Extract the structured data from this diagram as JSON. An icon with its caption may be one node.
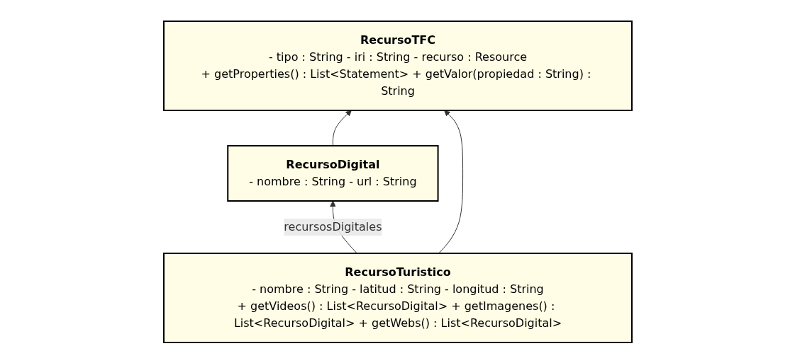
{
  "diagram": {
    "nodes": [
      {
        "text": [
          "RecursoTFC",
          "- tipo : String - iri : String - recurso : Resource",
          "+ getProperties() : List<Statement> + getValor(propiedad : String) : String"
        ]
      },
      {
        "text": [
          "RecursoDigital",
          "- nombre : String - url : String"
        ]
      },
      {
        "text": [
          "RecursoTuristico",
          "- nombre : String - latitud : String - longitud : String",
          "+ getVideos() : List<RecursoDigital> + getImagenes() : List<RecursoDigital> + getWebs() : List<RecursoDigital>"
        ]
      }
    ],
    "edges": [
      {
        "from": 1,
        "to": 0,
        "arrow": "to"
      },
      {
        "from": 2,
        "to": 0,
        "arrow": "to"
      },
      {
        "from": 2,
        "to": 1,
        "label": "recursosDigitales",
        "arrow": "to"
      }
    ]
  }
}
